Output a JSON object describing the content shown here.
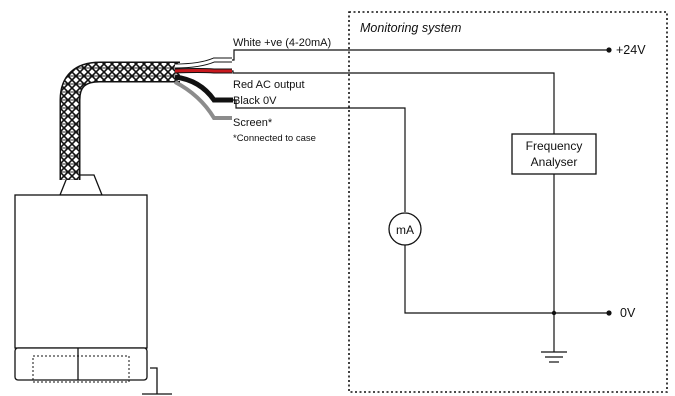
{
  "system_box": {
    "title": "Monitoring system"
  },
  "wires": [
    {
      "label": "White +ve (4-20mA)",
      "color": "#ffffff"
    },
    {
      "label": "Red AC output",
      "color": "#c8191e"
    },
    {
      "label": "Black 0V",
      "color": "#111111"
    },
    {
      "label": "Screen*",
      "color": "#8c8c8c"
    }
  ],
  "footnote": "*Connected to case",
  "rails": {
    "positive": "+24V",
    "ground": "0V"
  },
  "components": {
    "frequency_analyser": {
      "line1": "Frequency",
      "line2": "Analyser"
    },
    "ammeter": {
      "label": "mA"
    }
  },
  "colors": {
    "line": "#111111",
    "box_border": "#111111",
    "sensor_fill": "#ffffff"
  }
}
